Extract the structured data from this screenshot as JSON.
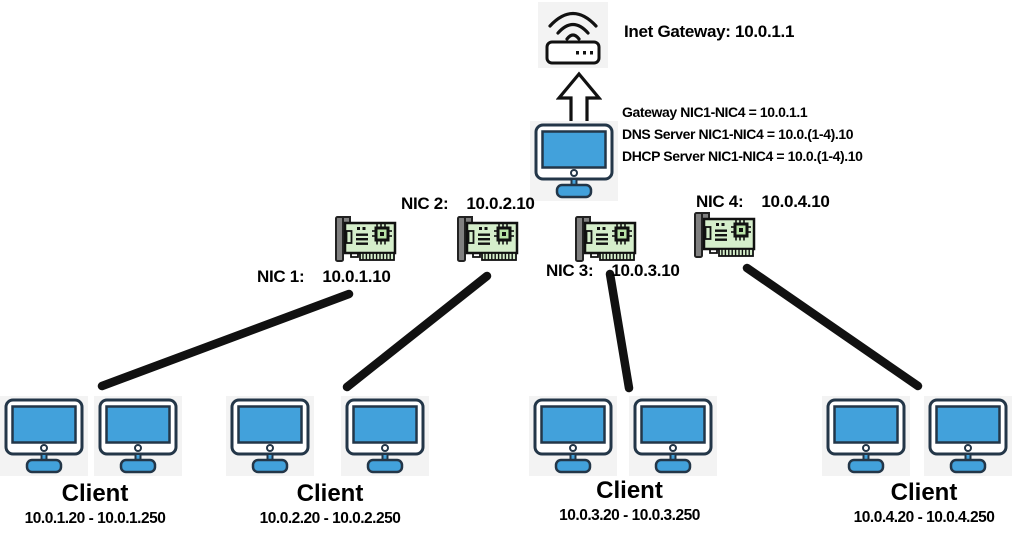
{
  "gateway": {
    "label": "Inet Gateway: 10.0.1.1",
    "icon": "wifi-router-icon"
  },
  "server": {
    "icon": "monitor-icon",
    "uplink_icon": "up-arrow-icon",
    "notes": [
      "Gateway NIC1-NIC4 = 10.0.1.1",
      "DNS Server NIC1-NIC4 = 10.0.(1-4).10",
      "DHCP Server NIC1-NIC4 = 10.0.(1-4).10"
    ]
  },
  "nics": [
    {
      "label": "NIC 1:",
      "ip": "10.0.1.10",
      "icon": "network-card-icon"
    },
    {
      "label": "NIC 2:",
      "ip": "10.0.2.10",
      "icon": "network-card-icon"
    },
    {
      "label": "NIC 3:",
      "ip": "10.0.3.10",
      "icon": "network-card-icon"
    },
    {
      "label": "NIC 4:",
      "ip": "10.0.4.10",
      "icon": "network-card-icon"
    }
  ],
  "client_groups": [
    {
      "label": "Client",
      "ip_range": "10.0.1.20 - 10.0.1.250",
      "machines": 2
    },
    {
      "label": "Client",
      "ip_range": "10.0.2.20 - 10.0.2.250",
      "machines": 2
    },
    {
      "label": "Client",
      "ip_range": "10.0.3.20 - 10.0.3.250",
      "machines": 2
    },
    {
      "label": "Client",
      "ip_range": "10.0.4.20 - 10.0.4.250",
      "machines": 2
    }
  ],
  "colors": {
    "screen_blue": "#42a1db",
    "monitor_border": "#233648",
    "nic_green": "#d5eecb",
    "nic_chip_green": "#b9e3a8",
    "bracket_gray": "#808080",
    "icon_bg": "#f3f3f3",
    "line_color": "#111111",
    "text_color": "#000000"
  }
}
